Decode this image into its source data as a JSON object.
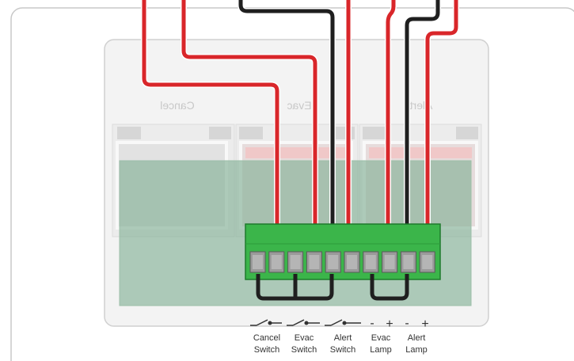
{
  "panel": {
    "buttons_mirrored": [
      "Cancel",
      "Evac",
      "Alert"
    ]
  },
  "terminal_labels": [
    {
      "line1": "Cancel",
      "line2": "Switch"
    },
    {
      "line1": "Evac",
      "line2": "Switch"
    },
    {
      "line1": "Alert",
      "line2": "Switch"
    },
    {
      "line1": "Evac",
      "line2": "Lamp"
    },
    {
      "line1": "Alert",
      "line2": "Lamp"
    }
  ],
  "polarity": {
    "minus": "-",
    "plus": "+"
  },
  "colors": {
    "positive_wire": "#d9262a",
    "negative_wire": "#1f1f1f",
    "terminal_block": "#3bb54a",
    "pcb": "#9ec4b0"
  },
  "icons": [
    "switch-symbol-icon"
  ]
}
